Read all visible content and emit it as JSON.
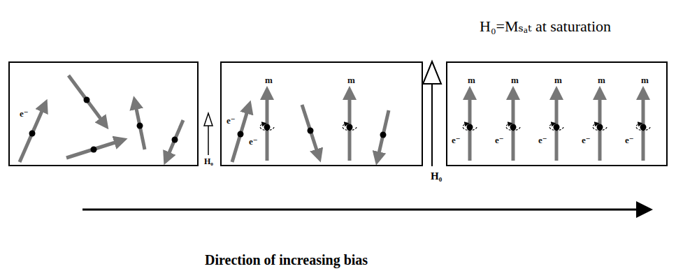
{
  "diagram": {
    "nodes": [
      {
        "text": [
          "e⁻"
        ]
      },
      {
        "text": [
          "e⁻",
          "m",
          "e⁻",
          "m"
        ]
      },
      {
        "text": [
          "m",
          "e⁻",
          "m",
          "e⁻",
          "m",
          "e⁻",
          "m",
          "e⁻",
          "m",
          "e⁻"
        ]
      }
    ],
    "labels": [
      "H₀=Mₛₐₜ at saturation",
      "H₀",
      "H₀",
      "Direction of increasing bias"
    ]
  }
}
